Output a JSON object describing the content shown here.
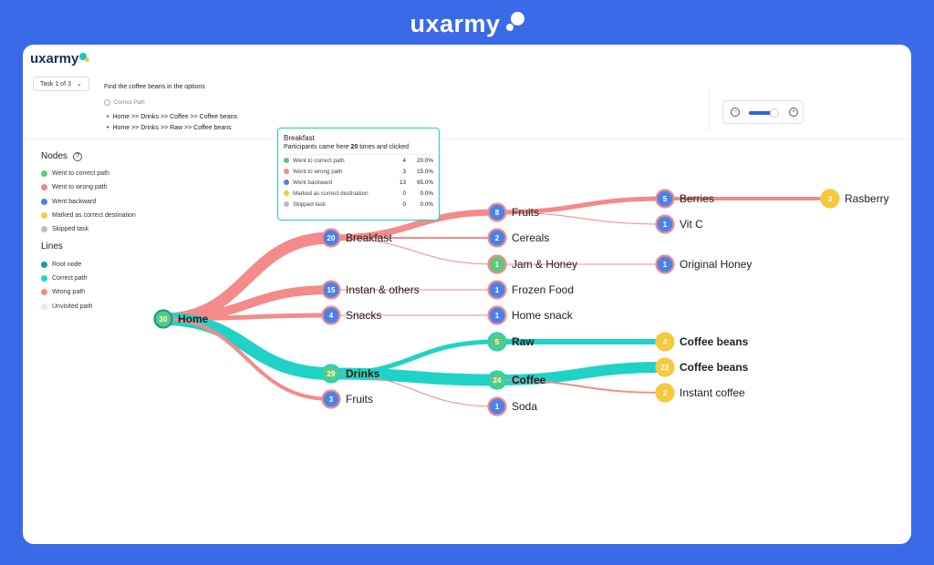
{
  "brand": {
    "name": "uxarmy"
  },
  "app": {
    "logo": "uxarmy"
  },
  "task": {
    "selector": "Task 1 of 3",
    "title": "Find the coffee beans in the options",
    "correct_path_label": "Correct Path",
    "paths": [
      "Home >> Drinks >> Coffee >> Coffee beans",
      "Home >> Drinks >> Raw >> Coffee beans"
    ]
  },
  "legend": {
    "nodes_title": "Nodes",
    "nodes": [
      {
        "label": "Went to correct path",
        "color": "#5cc97a"
      },
      {
        "label": "Went to wrong path",
        "color": "#f48a89"
      },
      {
        "label": "Went backward",
        "color": "#4a82ea"
      },
      {
        "label": "Marked as correct destination",
        "color": "#f5c93e"
      },
      {
        "label": "Skipped task",
        "color": "#bdbdbd"
      }
    ],
    "lines_title": "Lines",
    "lines": [
      {
        "label": "Root node",
        "color": "#1a9a9a"
      },
      {
        "label": "Correct path",
        "color": "#1ed3c6"
      },
      {
        "label": "Wrong path",
        "color": "#f48a89"
      },
      {
        "label": "Unvisited path",
        "color": "#e7e8ea"
      }
    ]
  },
  "tooltip": {
    "title": "Breakfast",
    "subtitle_pre": "Participants came here ",
    "subtitle_count": "20",
    "subtitle_post": " times and clicked",
    "rows": [
      {
        "label": "Went to correct path",
        "count": "4",
        "pct": "20.0%",
        "color": "#5cc97a"
      },
      {
        "label": "Went to wrong path",
        "count": "3",
        "pct": "15.0%",
        "color": "#f48a89"
      },
      {
        "label": "Went backward",
        "count": "13",
        "pct": "65.0%",
        "color": "#4a82ea"
      },
      {
        "label": "Marked as correct destination",
        "count": "0",
        "pct": "0.0%",
        "color": "#f5c93e"
      },
      {
        "label": "Skipped task",
        "count": "0",
        "pct": "0.0%",
        "color": "#bdbdbd"
      }
    ]
  },
  "colors": {
    "correct": "#1ed3c6",
    "wrong": "#f48a89",
    "backward": "#4a82ea",
    "destination": "#f5c93e",
    "green": "#5cc97a",
    "root": "#1a9a9a"
  },
  "tree": {
    "nodes": [
      {
        "id": "home",
        "label": "Home",
        "count": "30",
        "bold": true,
        "type": "root"
      },
      {
        "id": "breakfast",
        "label": "Breakfast",
        "count": "20",
        "type": "wrong"
      },
      {
        "id": "instan",
        "label": "Instan & others",
        "count": "15",
        "type": "wrong"
      },
      {
        "id": "snacks",
        "label": "Snacks",
        "count": "4",
        "type": "wrong"
      },
      {
        "id": "drinks",
        "label": "Drinks",
        "count": "29",
        "bold": true,
        "type": "correct"
      },
      {
        "id": "fruits2",
        "label": "Fruits",
        "count": "3",
        "type": "wrong"
      },
      {
        "id": "fruits",
        "label": "Fruits",
        "count": "8",
        "type": "wrong"
      },
      {
        "id": "cereals",
        "label": "Cereals",
        "count": "2",
        "type": "wrong"
      },
      {
        "id": "jam",
        "label": "Jam & Honey",
        "count": "1",
        "type": "green"
      },
      {
        "id": "frozen",
        "label": "Frozen Food",
        "count": "1",
        "type": "wrong"
      },
      {
        "id": "homesnack",
        "label": "Home snack",
        "count": "1",
        "type": "wrong"
      },
      {
        "id": "raw",
        "label": "Raw",
        "count": "5",
        "bold": true,
        "type": "correct"
      },
      {
        "id": "coffee",
        "label": "Coffee",
        "count": "24",
        "bold": true,
        "type": "correct"
      },
      {
        "id": "soda",
        "label": "Soda",
        "count": "1",
        "type": "wrong"
      },
      {
        "id": "berries",
        "label": "Berries",
        "count": "5",
        "type": "wrong"
      },
      {
        "id": "vitc",
        "label": "Vit C",
        "count": "1",
        "type": "wrong"
      },
      {
        "id": "orighoney",
        "label": "Original Honey",
        "count": "1",
        "type": "wrong"
      },
      {
        "id": "cbeans1",
        "label": "Coffee beans",
        "count": "4",
        "bold": true,
        "type": "dest"
      },
      {
        "id": "cbeans2",
        "label": "Coffee beans",
        "count": "22",
        "bold": true,
        "type": "dest"
      },
      {
        "id": "instantcoffee",
        "label": "Instant coffee",
        "count": "2",
        "type": "dest"
      },
      {
        "id": "rasberry",
        "label": "Rasberry",
        "count": "3",
        "type": "dest"
      }
    ]
  }
}
